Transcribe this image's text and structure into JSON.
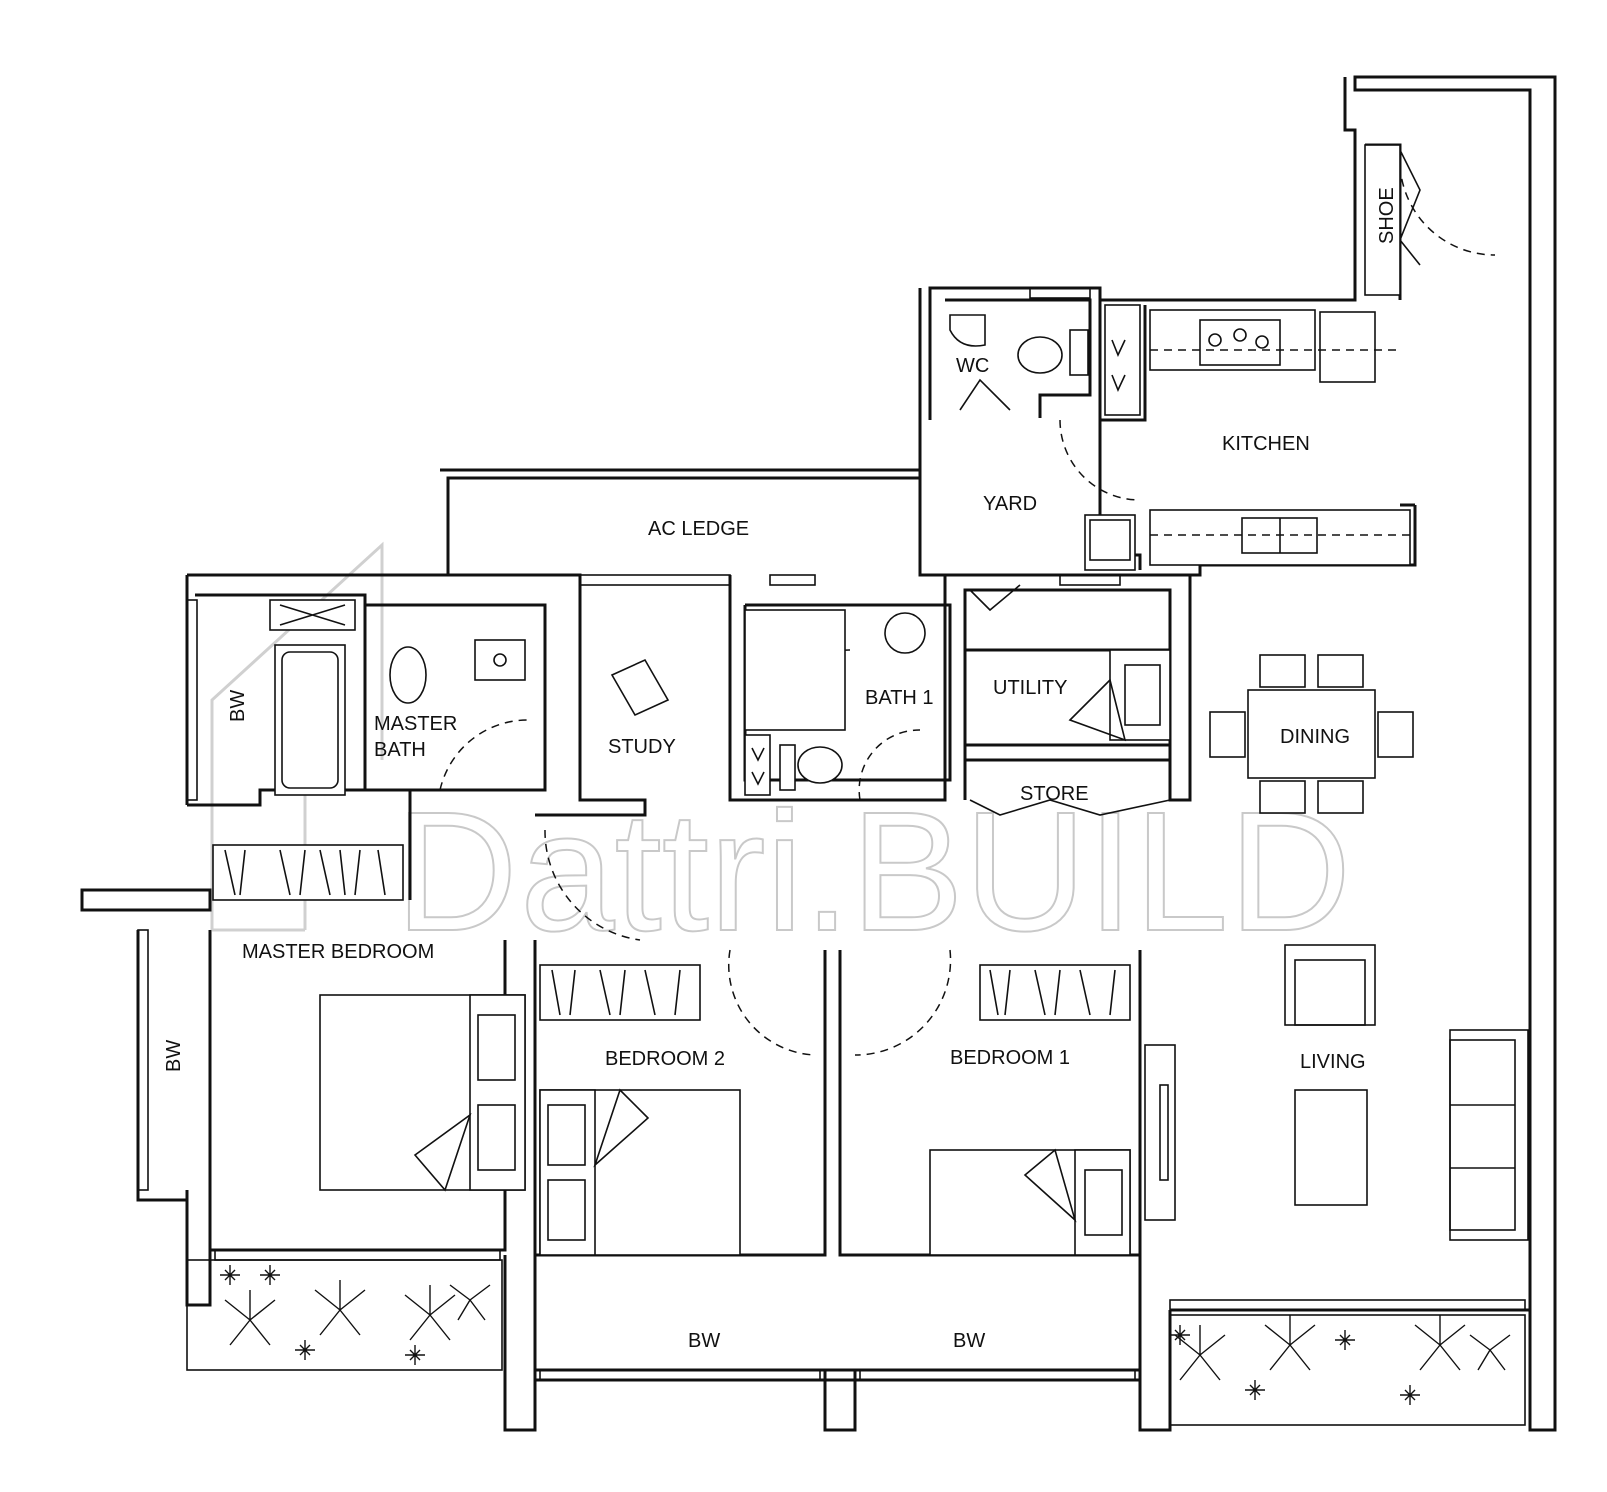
{
  "watermark": {
    "text": "attri.BUILD",
    "letter": "D"
  },
  "rooms": {
    "shoe": "SHOE",
    "wc": "WC",
    "kitchen": "KITCHEN",
    "yard": "YARD",
    "ac_ledge": "AC LEDGE",
    "bw_master_bath": "BW",
    "master_bath_line1": "MASTER",
    "master_bath_line2": "BATH",
    "study": "STUDY",
    "bath1": "BATH 1",
    "utility": "UTILITY",
    "store": "STORE",
    "dining": "DINING",
    "master_bedroom": "MASTER BEDROOM",
    "bw_master_bedroom": "BW",
    "bedroom2": "BEDROOM 2",
    "bedroom1": "BEDROOM 1",
    "living": "LIVING",
    "bw_bedroom2": "BW",
    "bw_bedroom1": "BW"
  }
}
